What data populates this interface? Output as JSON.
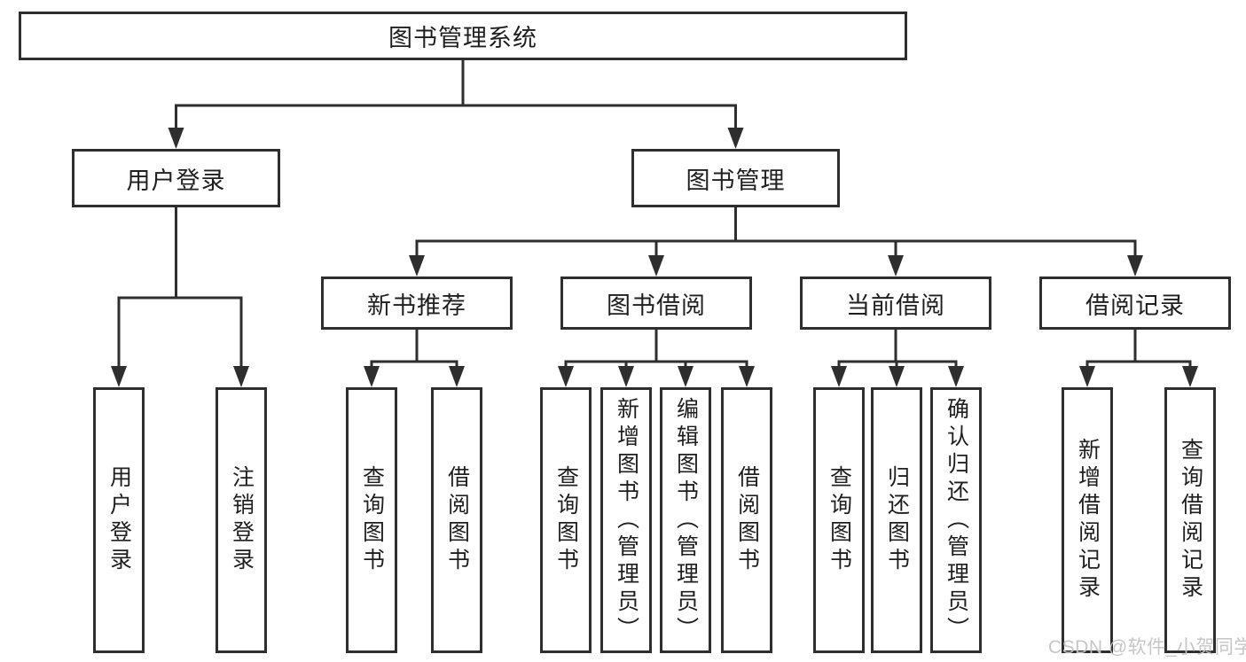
{
  "diagram": {
    "title": "图书管理系统",
    "colors": {
      "line": "#2e2e2e",
      "box_border": "#2e2e2e",
      "box_background": "#ffffff",
      "text": "#1f1f1f",
      "watermark": "#c3c3c3",
      "page_background": "#ffffff"
    },
    "nodes": {
      "root": {
        "label": "图书管理系统"
      },
      "level2": [
        {
          "label": "用户登录"
        },
        {
          "label": "图书管理"
        }
      ],
      "login_leaves": [
        {
          "label": "用户登录"
        },
        {
          "label": "注销登录"
        }
      ],
      "groups": [
        {
          "label": "新书推荐",
          "children": [
            {
              "label": "查询图书"
            },
            {
              "label": "借阅图书"
            }
          ]
        },
        {
          "label": "图书借阅",
          "children": [
            {
              "label": "查询图书"
            },
            {
              "label": "新增图书（管理员）"
            },
            {
              "label": "编辑图书（管理员）"
            },
            {
              "label": "借阅图书"
            }
          ]
        },
        {
          "label": "当前借阅",
          "children": [
            {
              "label": "查询图书"
            },
            {
              "label": "归还图书"
            },
            {
              "label": "确认归还（管理员）"
            }
          ]
        },
        {
          "label": "借阅记录",
          "children": [
            {
              "label": "新增借阅记录"
            },
            {
              "label": "查询借阅记录"
            }
          ]
        }
      ]
    },
    "watermark": {
      "text": "CSDN @软件_小贺同学"
    }
  }
}
